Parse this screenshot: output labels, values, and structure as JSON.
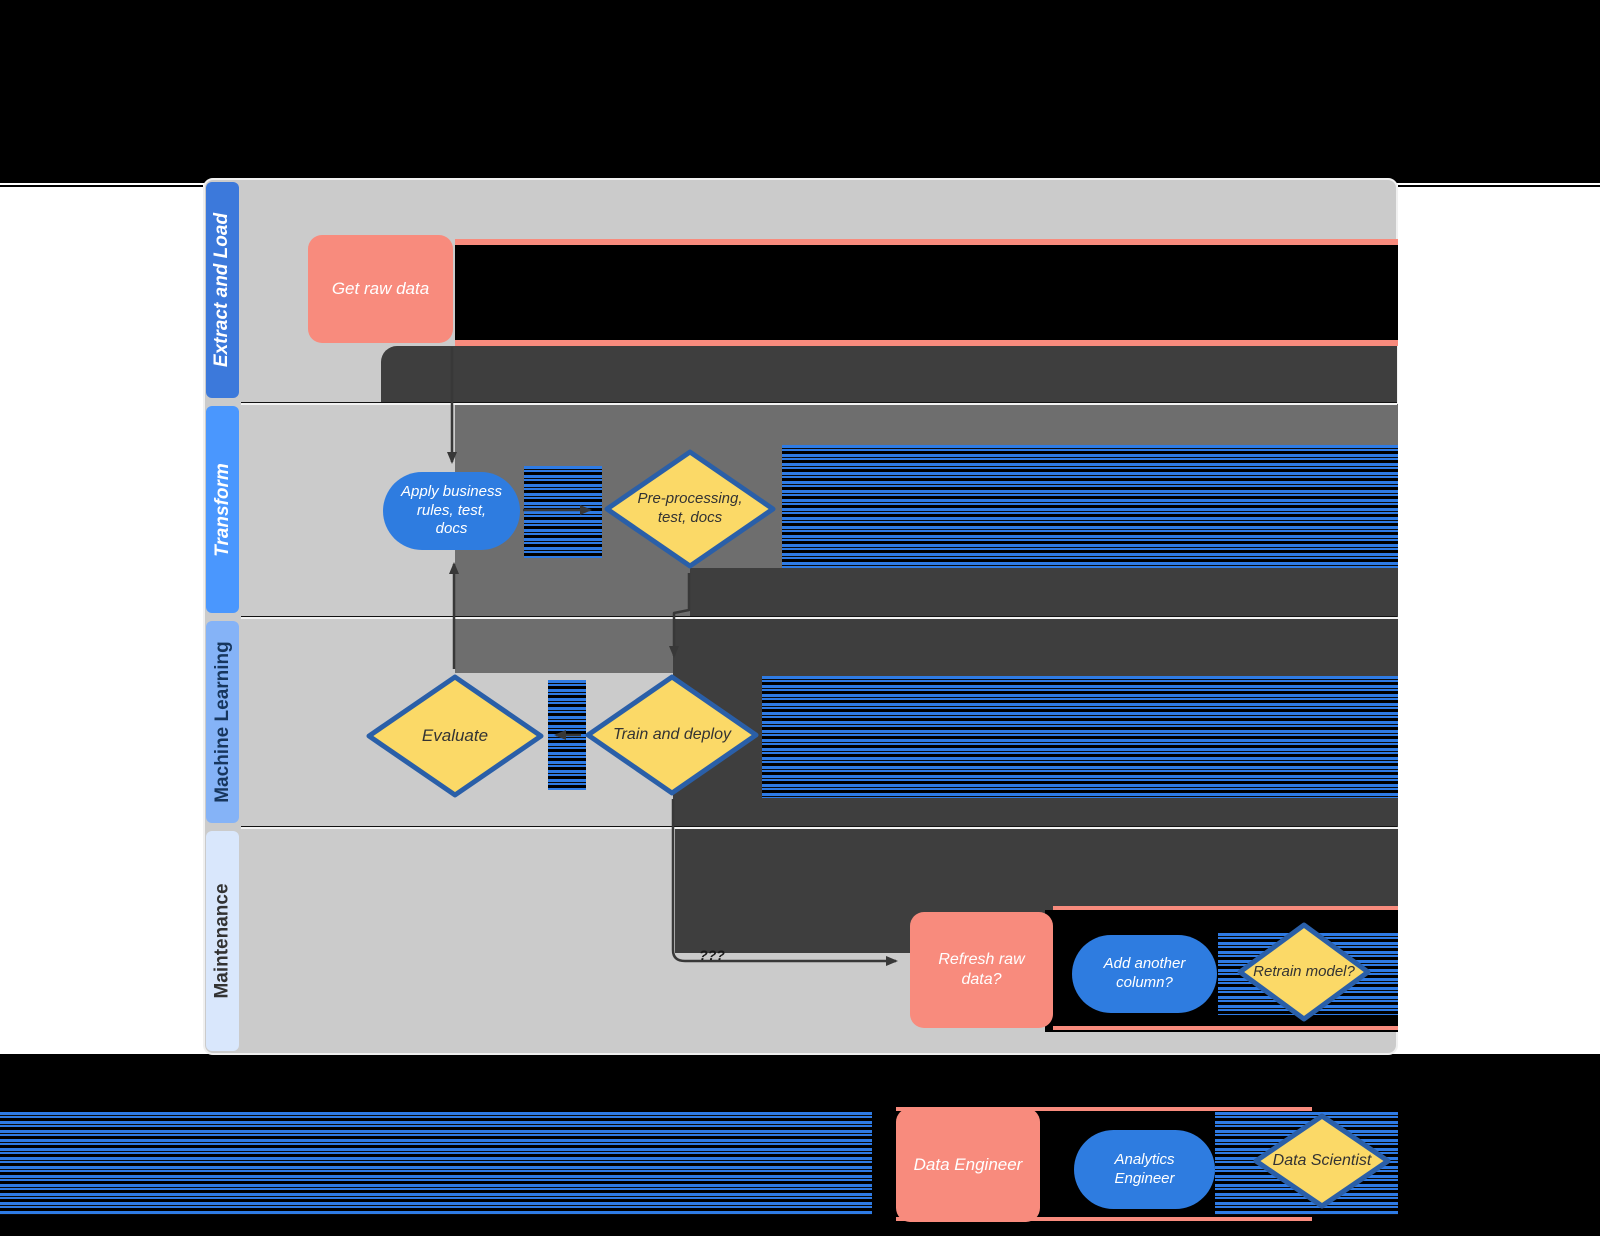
{
  "colors": {
    "canvas_black": "#000000",
    "lane_body_gray": "#cbcbcb",
    "smear_charcoal": "#3e3e3e",
    "smear_gray": "#6e6e6e",
    "glitch_blue": "#2e7be5",
    "node_salmon": "#f88b7d",
    "node_blue": "#2e7ce0",
    "node_yellow": "#fbd967",
    "diamond_border": "#2a5fa8",
    "lane1_tab_blue": "#3c79db",
    "lane2_tab_blue": "#4a97fe",
    "lane3_tab_blue": "#85b3f7",
    "lane4_tab_blue": "#d9e7fc",
    "connector": "#383838"
  },
  "lanes": [
    {
      "label": "Extract and Load"
    },
    {
      "label": "Transform"
    },
    {
      "label": "Machine Learning"
    },
    {
      "label": "Maintenance"
    }
  ],
  "nodes": {
    "get_raw_data": {
      "label": "Get raw data",
      "shape": "rectangle"
    },
    "apply_business_rules": {
      "label": "Apply business\nrules, test,\ndocs",
      "shape": "ellipse"
    },
    "pre_processing": {
      "label": "Pre-processing,\ntest, docs",
      "shape": "diamond"
    },
    "train_and_deploy": {
      "label": "Train and deploy",
      "shape": "diamond"
    },
    "evaluate": {
      "label": "Evaluate",
      "shape": "diamond"
    },
    "refresh_raw_data": {
      "label": "Refresh raw\ndata?",
      "shape": "rectangle"
    },
    "add_another_column": {
      "label": "Add another\ncolumn?",
      "shape": "ellipse"
    },
    "retrain_model": {
      "label": "Retrain model?",
      "shape": "diamond"
    }
  },
  "connectors": {
    "maintenance_question_label": "???"
  },
  "legend": {
    "data_engineer": {
      "label": "Data Engineer",
      "shape": "rectangle"
    },
    "analytics_engineer": {
      "label": "Analytics\nEngineer",
      "shape": "ellipse"
    },
    "data_scientist": {
      "label": "Data Scientist",
      "shape": "diamond"
    }
  }
}
